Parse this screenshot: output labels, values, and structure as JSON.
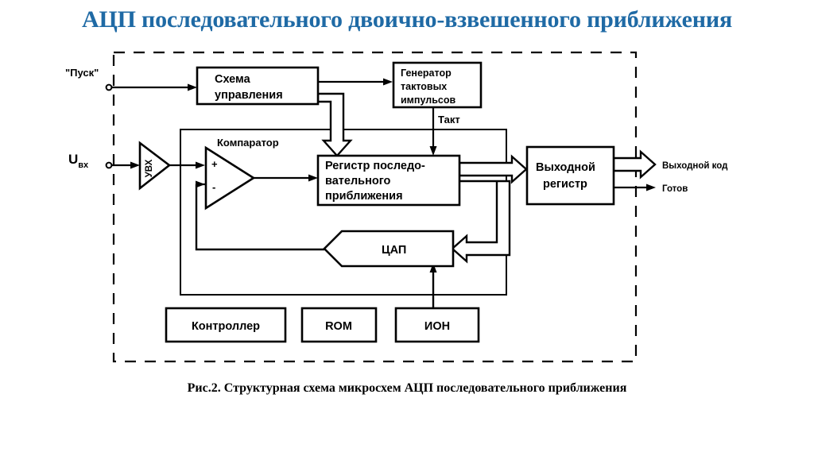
{
  "title": "АЦП последовательного двоично-взвешенного приближения",
  "title_color": "#1f6aa5",
  "caption": "Рис.2.  Структурная схема микросхем АЦП последовательного  приближения",
  "blocks": {
    "control_circuit": {
      "line1": "Схема",
      "line2": "управления"
    },
    "clock_generator": {
      "line1": "Генератор",
      "line2": "тактовых",
      "line3": "импульсов"
    },
    "sar_register": {
      "line1": "Регистр последо-",
      "line2": "вательного",
      "line3": "приближения"
    },
    "output_register": {
      "line1": "Выходной",
      "line2": "регистр"
    },
    "dac": {
      "label": "ЦАП"
    },
    "controller": {
      "label": "Контроллер"
    },
    "rom": {
      "label": "ROM"
    },
    "ion": {
      "label": "ИОН"
    },
    "sample_hold": {
      "label": "УВХ"
    },
    "comparator": {
      "label": "Компаратор",
      "plus": "+",
      "minus": "-"
    }
  },
  "signals": {
    "start": "\"Пуск\"",
    "input_voltage": "U",
    "input_voltage_sub": "вх",
    "clock": "Такт",
    "output_code": "Выходной код",
    "ready": "Готов"
  }
}
